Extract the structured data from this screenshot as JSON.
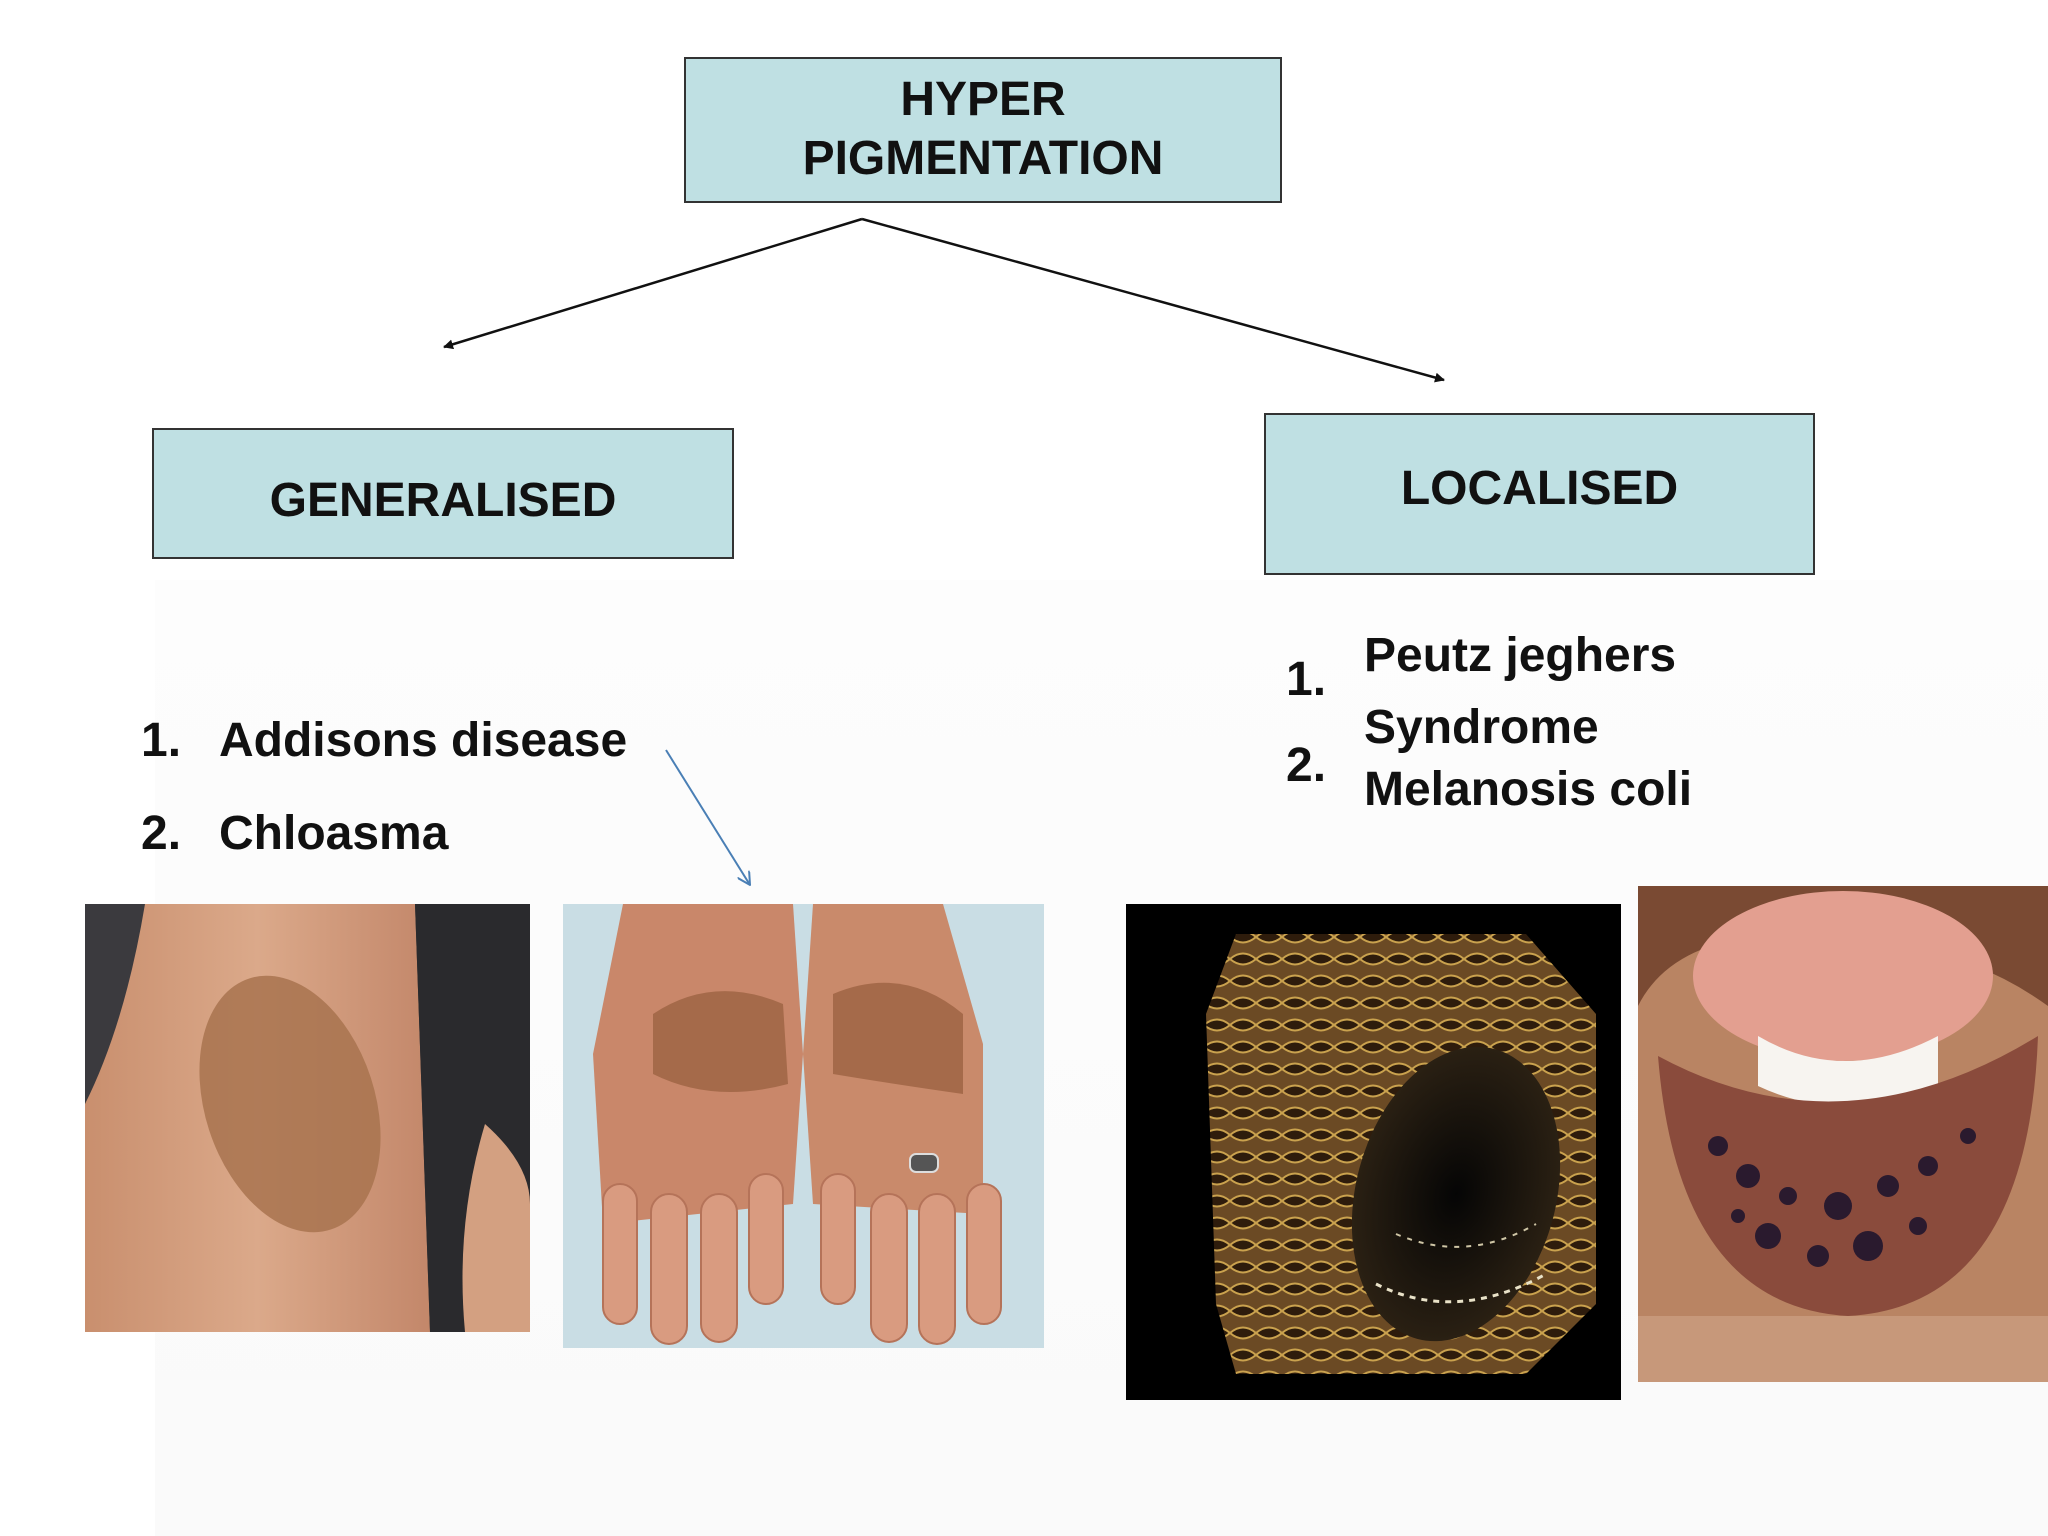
{
  "root": {
    "line1": "HYPER",
    "line2": "PIGMENTATION"
  },
  "generalised": {
    "title": "GENERALISED",
    "items": [
      {
        "num": "1.",
        "label": "Addisons disease"
      },
      {
        "num": "2.",
        "label": "Chloasma"
      }
    ]
  },
  "localised": {
    "title": "LOCALISED",
    "nums": [
      "1.",
      "2."
    ],
    "lines": [
      "Peutz jeghers",
      "Syndrome",
      "Melanosis coli"
    ]
  },
  "colors": {
    "box_fill": "#bfe0e3",
    "box_border": "#333333",
    "arrow_black": "#111111",
    "arrow_blue": "#4a7fb5"
  },
  "icons": {
    "photo_1": "arm-skin-patch-photo",
    "photo_2": "hands-pigmentation-photo",
    "photo_3": "endoscopy-colon-photo",
    "photo_4": "lips-freckles-photo"
  }
}
